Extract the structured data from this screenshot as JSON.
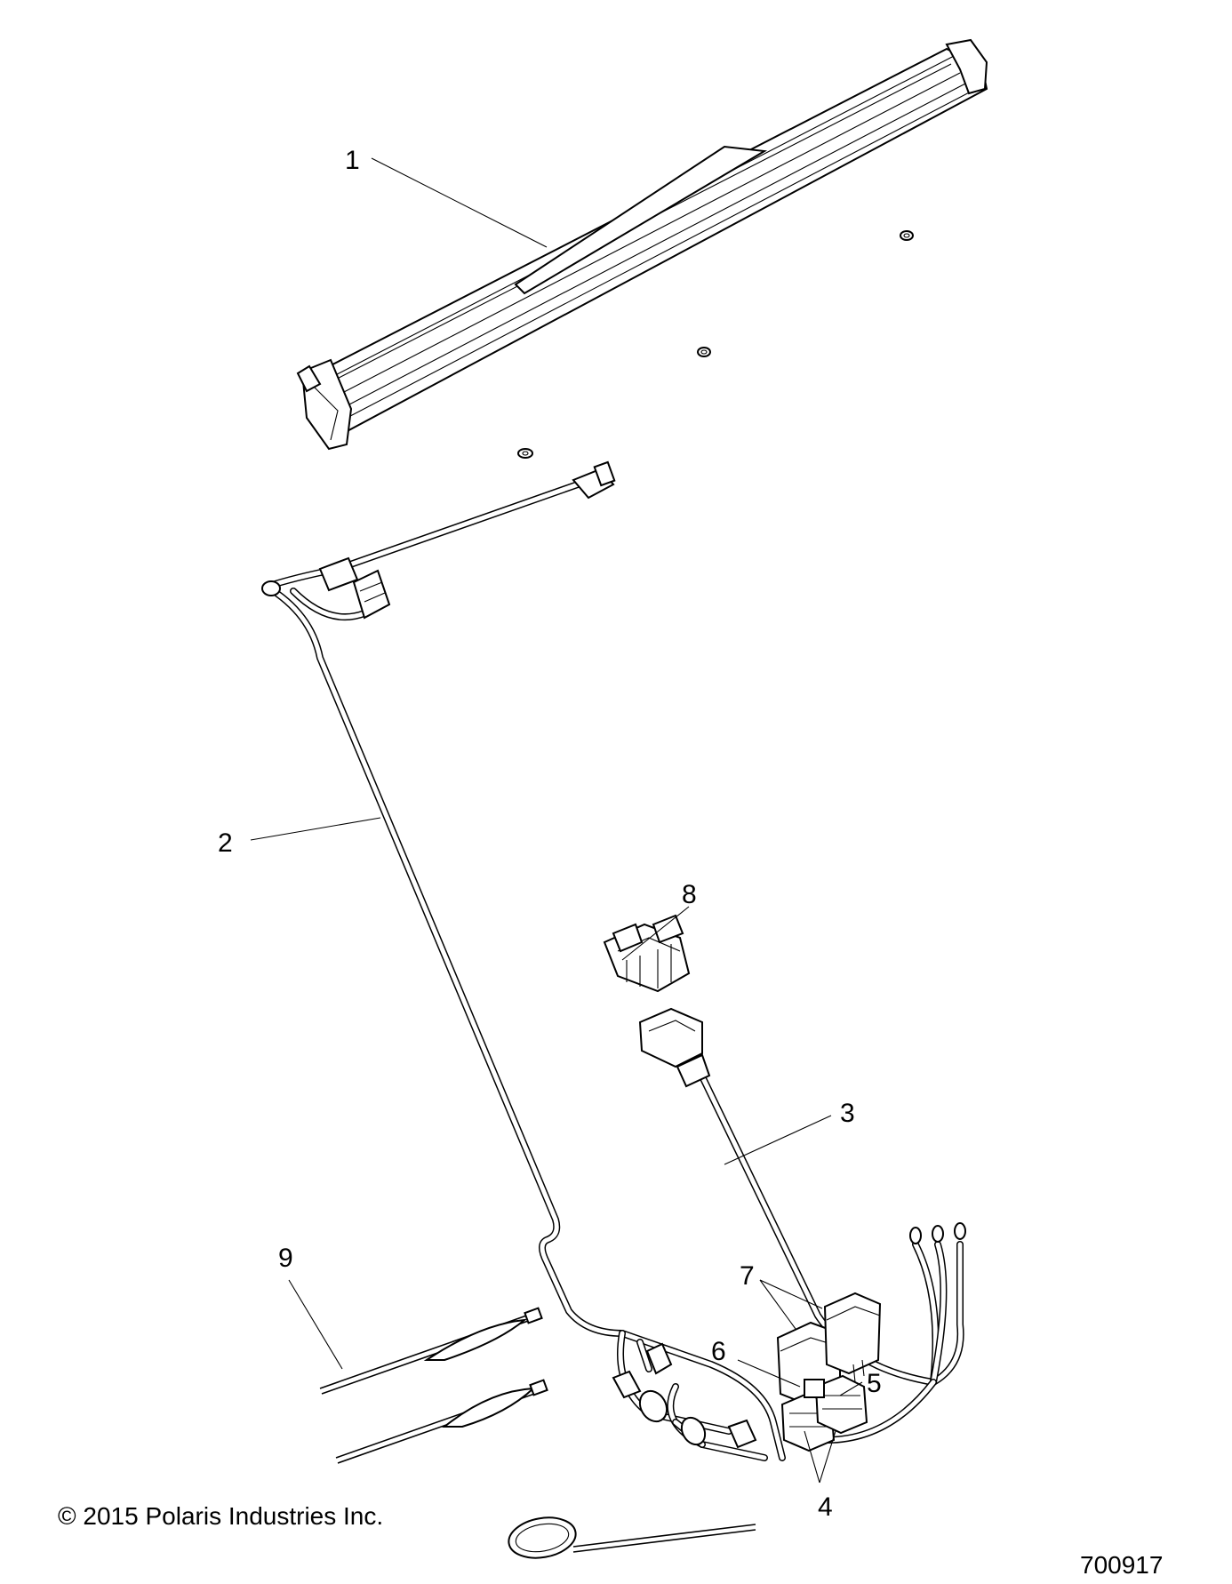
{
  "callouts": {
    "c1": "1",
    "c2": "2",
    "c3": "3",
    "c4": "4",
    "c5": "5",
    "c6": "6",
    "c7": "7",
    "c8": "8",
    "c9": "9"
  },
  "footer": {
    "copyright": "© 2015 Polaris Industries Inc.",
    "diagram_number": "700917"
  }
}
